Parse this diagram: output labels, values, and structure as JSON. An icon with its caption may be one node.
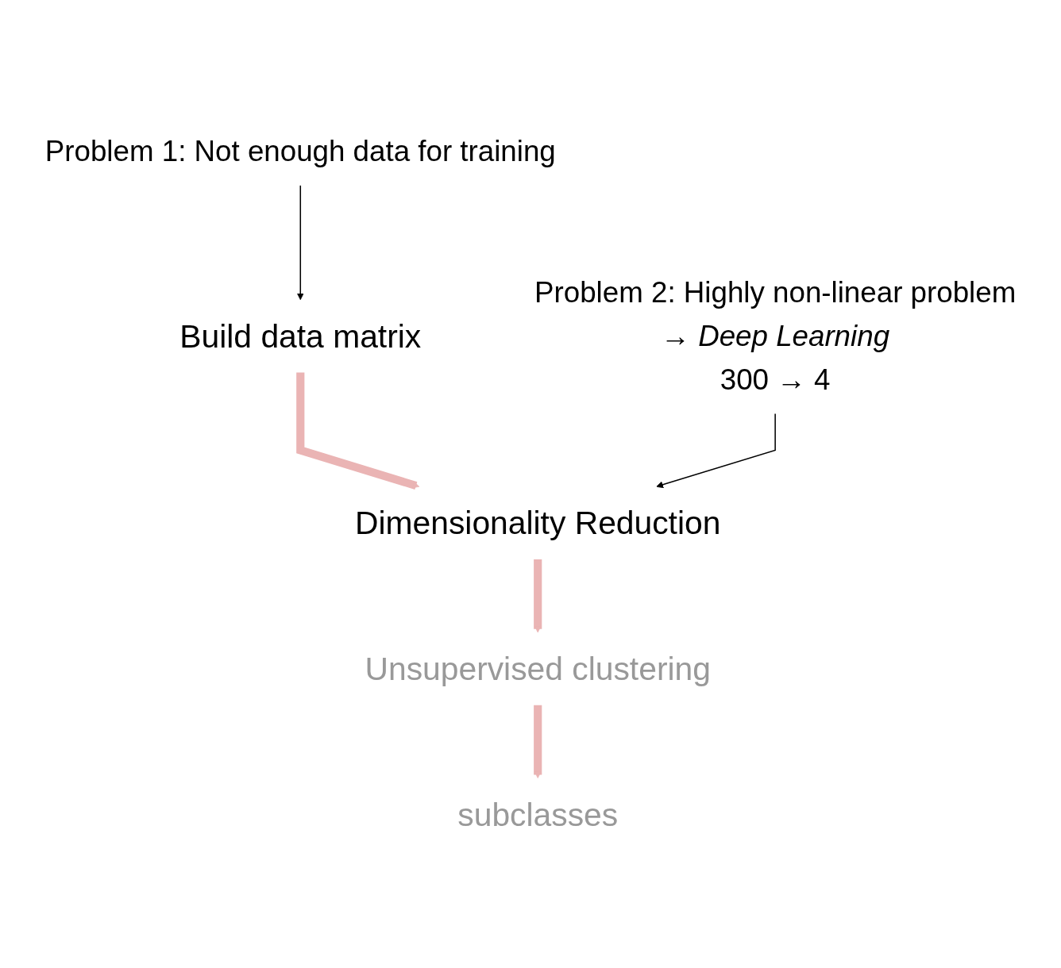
{
  "diagram": {
    "nodes": [
      {
        "text": [
          "Build data matrix"
        ]
      },
      {
        "text": [
          "Problem 1: Not enough data for training"
        ]
      },
      {
        "text": [
          "Dimensionality Reduction"
        ]
      },
      {
        "text": [
          "Problem 2: Highly non-linear problem"
        ],
        "beside": [
          "→ Deep Learning",
          "300 → 4"
        ]
      },
      {
        "text": [
          "Unsupervised clustering"
        ]
      },
      {
        "text": [
          "subclasses"
        ]
      }
    ],
    "edges": [
      {
        "from": 1,
        "to": 0,
        "arrow": "to",
        "color": "#000000"
      },
      {
        "from": 0,
        "to": 2,
        "arrow": "to"
      },
      {
        "from": 3,
        "to": 2,
        "arrow": "to",
        "color": "#000000"
      },
      {
        "from": 2,
        "to": 4,
        "arrow": "to"
      },
      {
        "from": 4,
        "to": 5,
        "arrow": "to"
      }
    ]
  }
}
